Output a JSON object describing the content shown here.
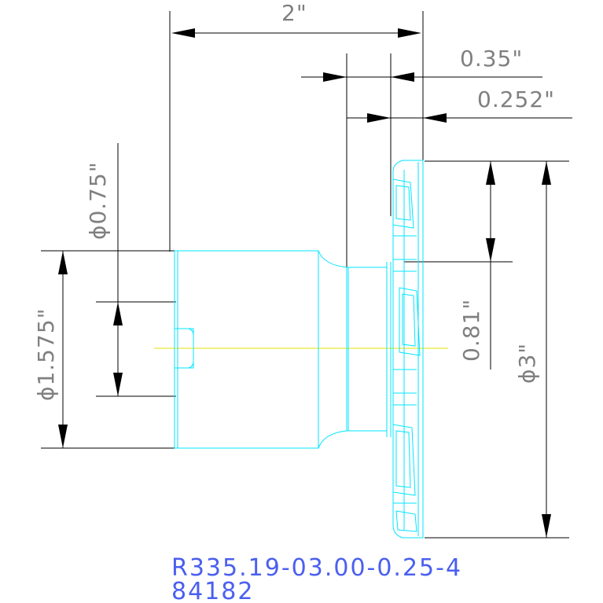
{
  "dimensions": {
    "overall_length": "2\"",
    "width_a": "0.35\"",
    "width_b": "0.252\"",
    "bore_diameter": "ϕ0.75\"",
    "shank_diameter": "ϕ1.575\"",
    "cutter_diameter": "ϕ3\"",
    "depth": "0.81\""
  },
  "caption": {
    "part_number": "R335.19-03.00-0.25-4",
    "item_code": "84182"
  },
  "colors": {
    "dimension": "#000000",
    "part_outline": "#00e5ff",
    "centerline": "#e6e600",
    "caption": "#4a5ff0",
    "dim_text": "#808080"
  }
}
